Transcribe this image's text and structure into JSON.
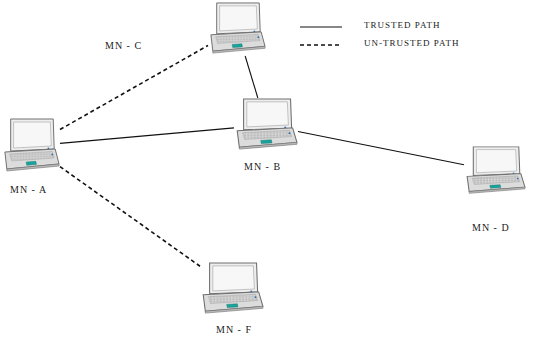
{
  "diagram": {
    "nodes": [
      {
        "text": [
          "MN - C"
        ]
      },
      {
        "text": [
          "MN - A"
        ]
      },
      {
        "text": [
          "MN - B"
        ]
      },
      {
        "text": [
          "MN - D"
        ]
      },
      {
        "text": [
          "MN - F"
        ]
      }
    ],
    "edges": [
      {
        "from": 1,
        "to": 0,
        "arrow": "none"
      },
      {
        "from": 0,
        "to": 2,
        "arrow": "none"
      },
      {
        "from": 1,
        "to": 2,
        "arrow": "none"
      },
      {
        "from": 2,
        "to": 3,
        "arrow": "none"
      },
      {
        "from": 1,
        "to": 4,
        "arrow": "none"
      }
    ],
    "legend": [
      {
        "text": "TRUSTED PATH"
      },
      {
        "text": "UN-TRUSTED PATH"
      }
    ]
  }
}
